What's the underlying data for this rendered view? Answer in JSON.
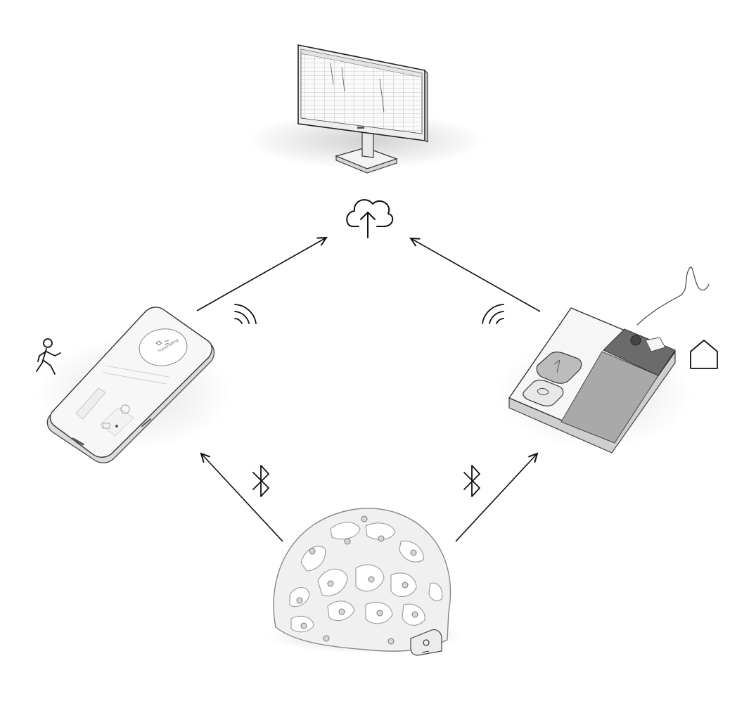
{
  "diagram": {
    "nodes": [
      {
        "id": "monitor",
        "icon": "desktop-monitor-icon"
      },
      {
        "id": "cloud",
        "icon": "cloud-upload-icon"
      },
      {
        "id": "phone",
        "icon": "smartphone-icon",
        "context_icon": "walking-person-icon",
        "screen_text": "Transmitting"
      },
      {
        "id": "dock",
        "icon": "charging-dock-icon",
        "context_icon": "home-icon"
      },
      {
        "id": "headset",
        "icon": "eeg-cap-icon"
      }
    ],
    "links": [
      {
        "from": "phone",
        "to": "cloud",
        "type": "wireless",
        "icon": "wifi-signal-icon"
      },
      {
        "from": "dock",
        "to": "cloud",
        "type": "wireless",
        "icon": "wifi-signal-icon"
      },
      {
        "from": "headset",
        "to": "phone",
        "type": "bluetooth",
        "icon": "bluetooth-icon"
      },
      {
        "from": "headset",
        "to": "dock",
        "type": "bluetooth",
        "icon": "bluetooth-icon"
      }
    ]
  },
  "colors": {
    "line": "#111111",
    "device_light": "#f2f2f2",
    "device_mid": "#d9d9d9",
    "device_dark": "#555555",
    "panel_gray": "#a9a9a9"
  }
}
